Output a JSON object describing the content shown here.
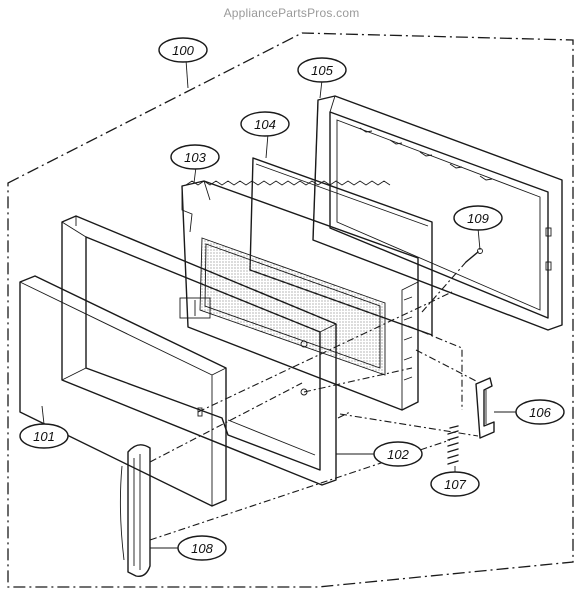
{
  "watermark": "AppliancePartsPros.com",
  "callouts": {
    "c100": "100",
    "c101": "101",
    "c102": "102",
    "c103": "103",
    "c104": "104",
    "c105": "105",
    "c106": "106",
    "c107": "107",
    "c108": "108",
    "c109": "109"
  }
}
